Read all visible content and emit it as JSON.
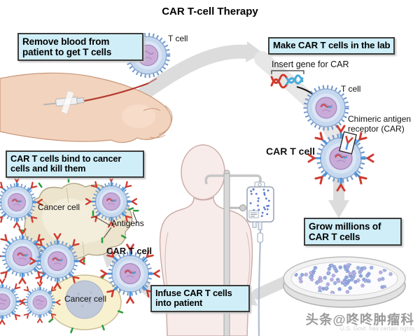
{
  "title": "CAR T-cell Therapy",
  "boxes": {
    "remove_blood": "Remove blood from patient to get T cells",
    "make_car": "Make CAR T cells in the lab",
    "grow": "Grow millions of CAR T cells",
    "infuse": "Infuse CAR T cells into patient",
    "bind": "CAR T cells bind to cancer cells and kill them"
  },
  "labels": {
    "t_cell_top": "T cell",
    "insert_gene": "Insert gene for CAR",
    "t_cell_lab": "T cell",
    "car_receptor": "Chimeric antigen receptor (CAR)",
    "car_t_cell": "CAR T cell",
    "cancer_cell_upper": "Cancer cell",
    "antigens": "Antigens",
    "car_t_cell_bound": "CAR T cell",
    "cancer_cell_lower": "Cancer cell"
  },
  "watermark": {
    "handle": "头条@咚咚肿瘤科",
    "rights": "U.S. Govt. has certain rights"
  },
  "colors": {
    "box_bg": "#cfeef8",
    "box_border": "#3d3d3d",
    "arrow": "#dcdcdc",
    "cell_body": "#c5d8ee",
    "cell_spike": "#7199cc",
    "nucleus": "#c9abd8",
    "receptor_stalk": "#4d94d8",
    "receptor_red": "#cf3b30",
    "antigen_green": "#2f9e3c",
    "cancer_fill": "#ece4cd",
    "skin": "#f2d3bd",
    "patient": "#f8ecea"
  }
}
